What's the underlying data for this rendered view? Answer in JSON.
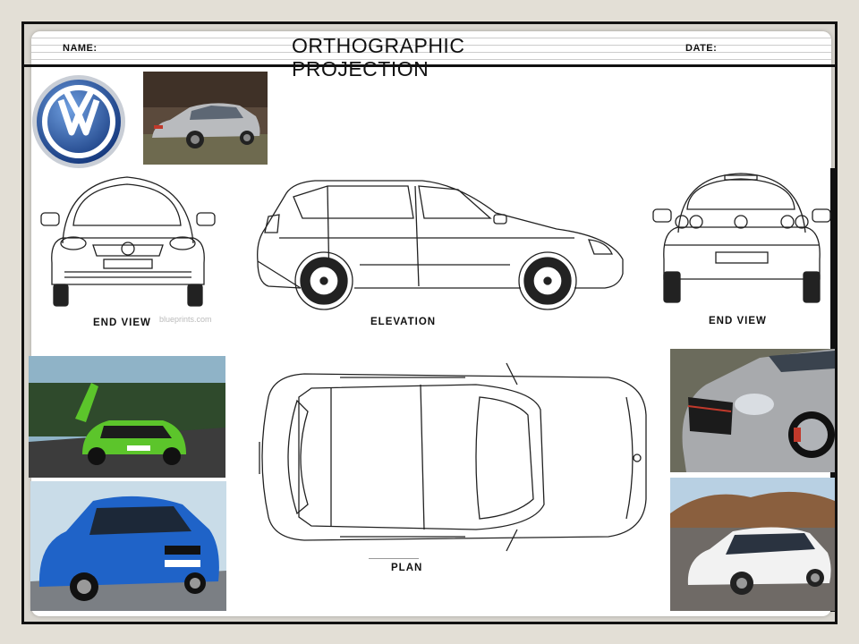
{
  "header": {
    "name_label": "NAME:",
    "title": "ORTHOGRAPHIC PROJECTION",
    "date_label": "DATE:"
  },
  "views": {
    "front_label": "END  VIEW",
    "side_label": "ELEVATION",
    "rear_label": "END  VIEW",
    "plan_label": "PLAN"
  },
  "watermark": "blueprints.com",
  "icons": [
    "vw-logo-icon"
  ],
  "colors": {
    "frame": "#111111",
    "vw_blue": "#1f4f9c",
    "photo_green_car": "#5cc52b",
    "photo_blue_car": "#1f63c8",
    "photo_silver_car": "#a8aaad",
    "photo_white_car": "#f2f2f2"
  }
}
